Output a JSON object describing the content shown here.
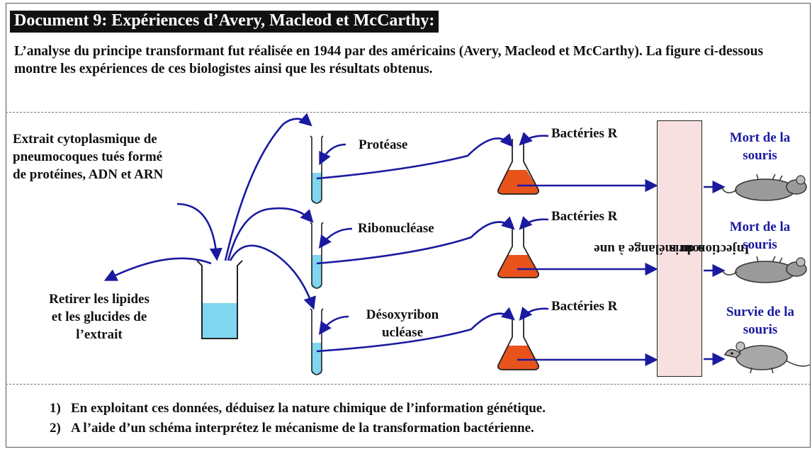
{
  "title": "Document 9: Expériences d’Avery, Macleod et McCarthy:",
  "intro": "L’analyse du principe transformant fut réalisée en 1944 par des américains (Avery, Macleod et McCarthy). La figure ci-dessous montre les expériences de ces biologistes ainsi que les résultats obtenus.",
  "diagram": {
    "extract_label": {
      "line1": "Extrait cytoplasmique de",
      "line2": "pneumocoques tués formé",
      "line3": "de protéines, ADN et ARN"
    },
    "remove_label": {
      "line1": "Retirer les lipides",
      "line2": "et les glucides de",
      "line3": "l’extrait"
    },
    "enzymes": [
      {
        "line1": "Protéase",
        "line2": ""
      },
      {
        "line1": "Ribonucléase",
        "line2": ""
      },
      {
        "line1": "Désoxyribon",
        "line2": "ucléase"
      }
    ],
    "bacteria": [
      "Bactéries R",
      "Bactéries R",
      "Bactéries R"
    ],
    "injection_label": {
      "line1": "Injection du mélange à une",
      "line2": "souris"
    },
    "results": [
      {
        "line1": "Mort de la",
        "line2": "souris",
        "state": "dead"
      },
      {
        "line1": "Mort de la",
        "line2": "souris",
        "state": "dead"
      },
      {
        "line1": "Survie de la",
        "line2": "souris",
        "state": "alive"
      }
    ],
    "colors": {
      "arrow": "#1a1aa0",
      "liquid_blue": "#7fd6ee",
      "culture": "#e8531c",
      "injection_box": "#f8e0e0",
      "result_text": "#1a1aa0"
    }
  },
  "questions": [
    {
      "num": "1)",
      "text": "En exploitant ces données, déduisez la nature chimique de l’information génétique."
    },
    {
      "num": "2)",
      "text": "A l’aide d’un schéma interprétez le mécanisme de la transformation bactérienne."
    }
  ]
}
